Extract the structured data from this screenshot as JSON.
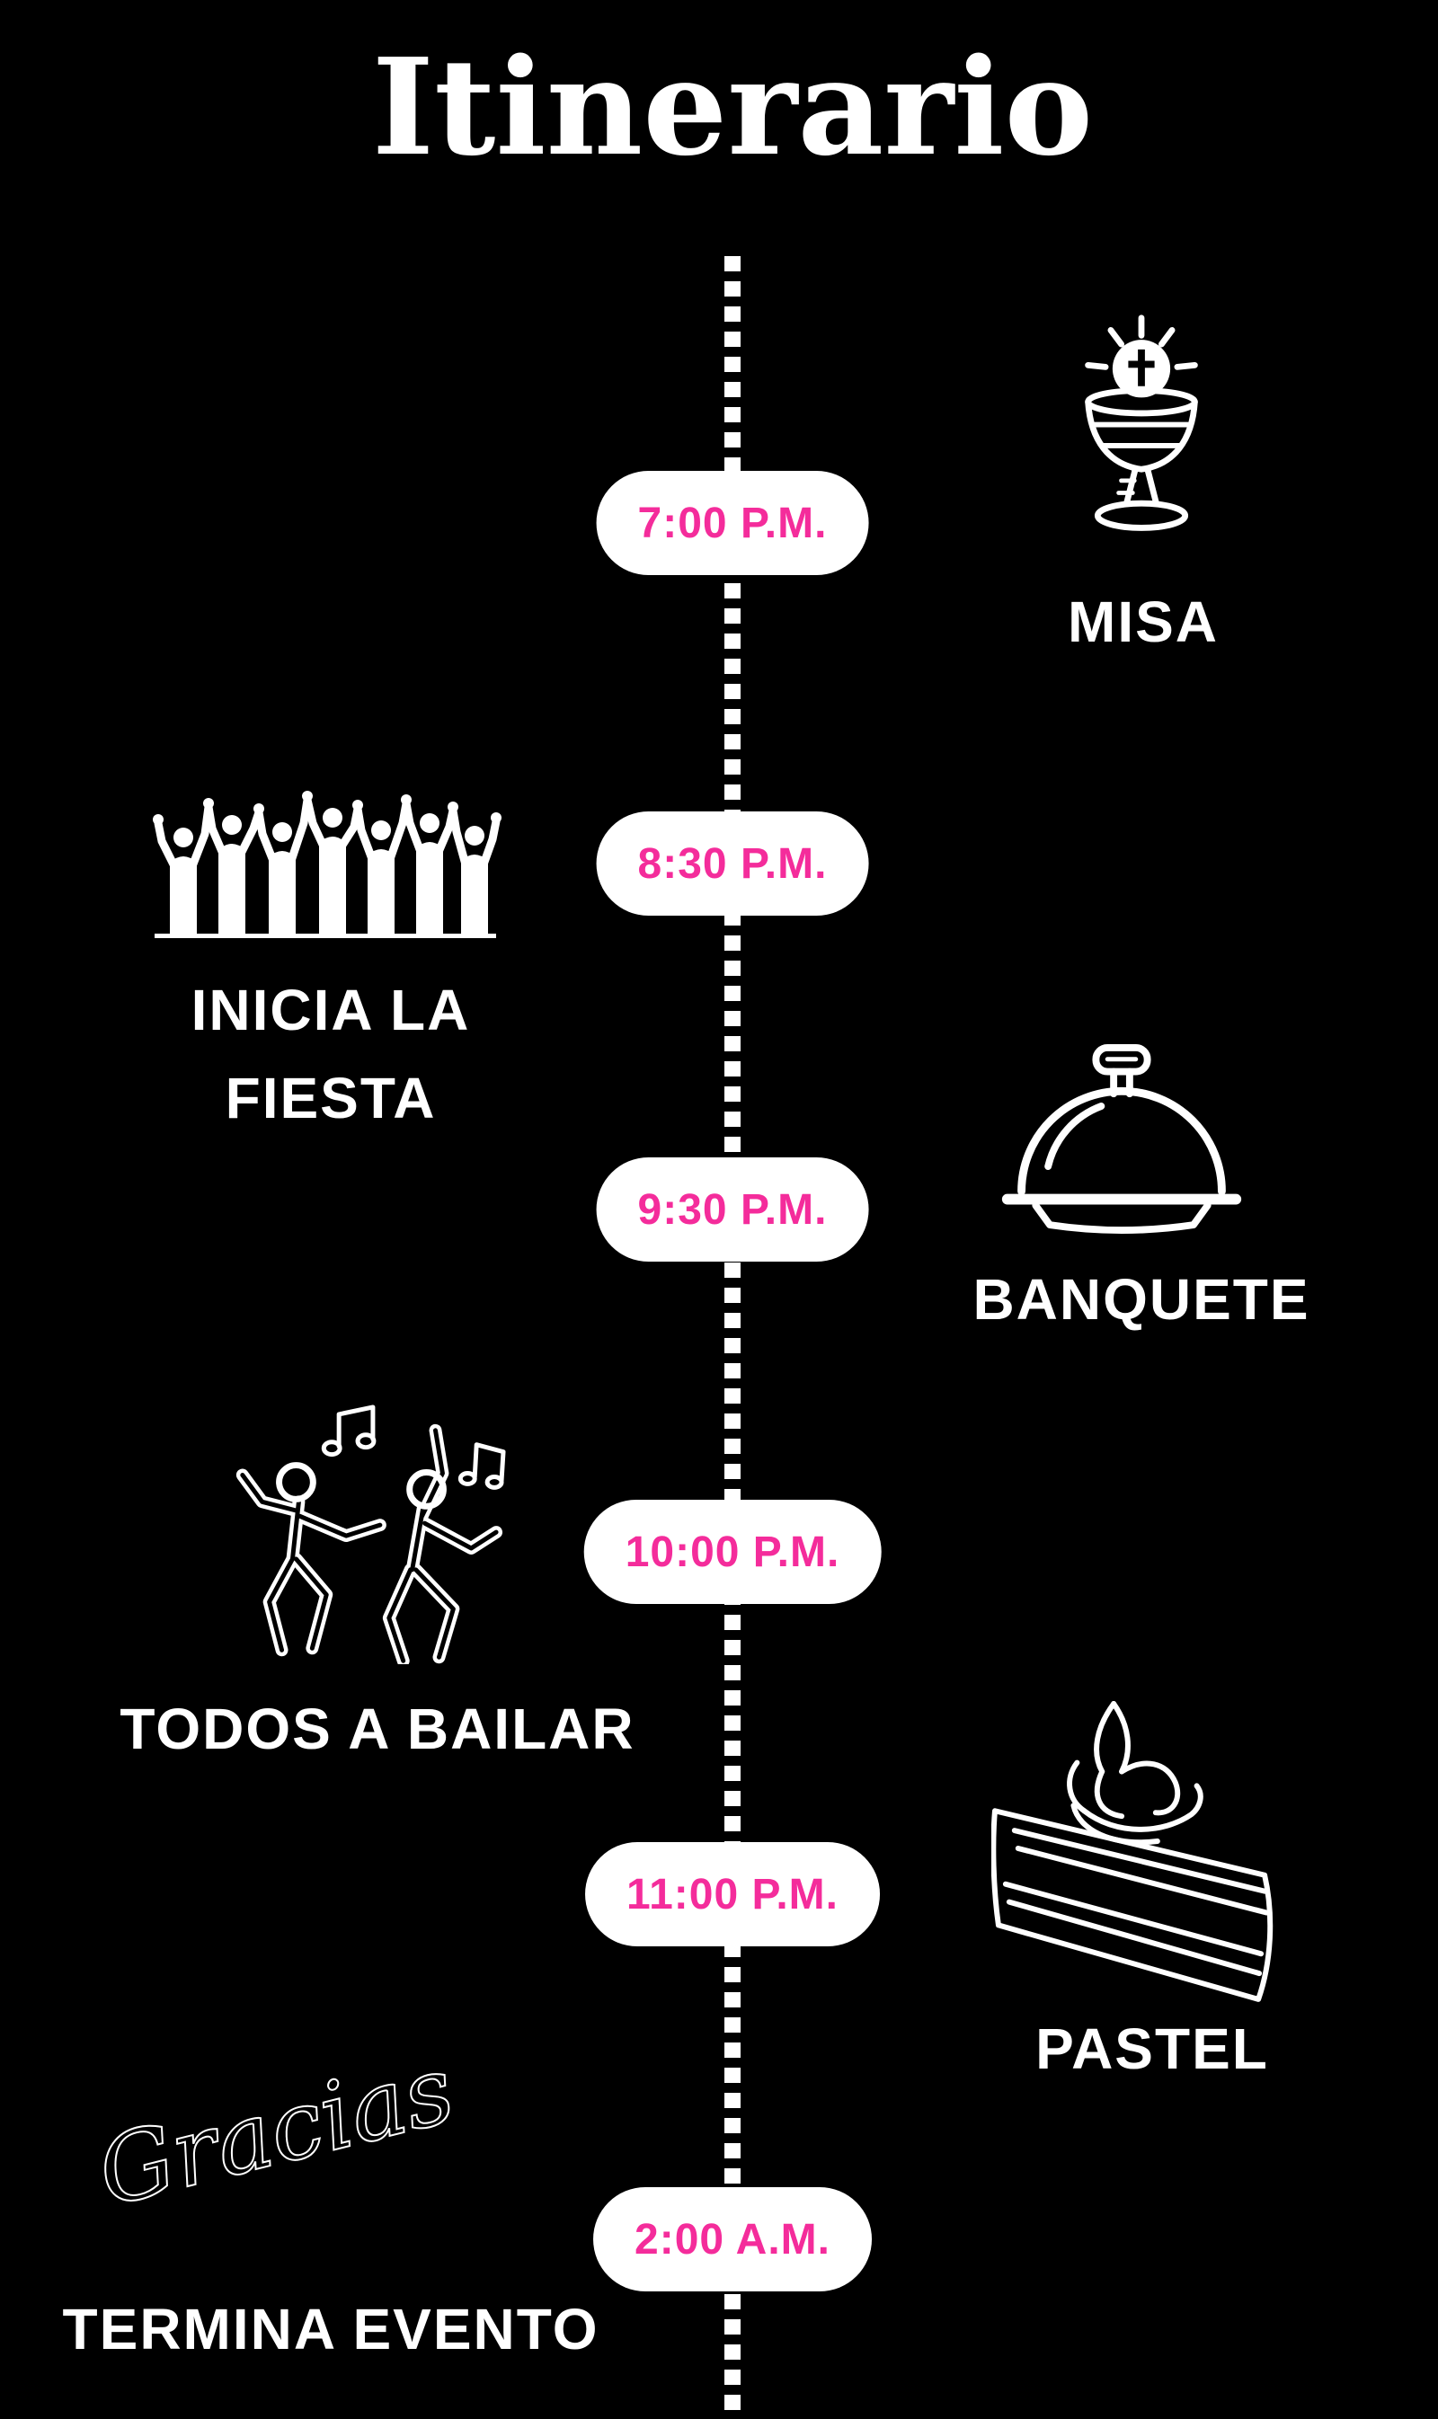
{
  "page": {
    "title": "Itinerario",
    "background_color": "#000000",
    "text_color": "#FFFFFF",
    "accent_pink": "#F42C9B"
  },
  "timeline": {
    "items": [
      {
        "time": "7:00 P.M.",
        "label": "MISA",
        "icon": "chalice-communion-icon",
        "side": "right"
      },
      {
        "time": "8:30 P.M.",
        "label_lines": [
          "INICIA LA",
          "FIESTA"
        ],
        "icon": "party-crowd-icon",
        "side": "left"
      },
      {
        "time": "9:30 P.M.",
        "label": "BANQUETE",
        "icon": "food-cloche-icon",
        "side": "right"
      },
      {
        "time": "10:00 P.M.",
        "label": "TODOS A BAILAR",
        "icon": "dancing-couple-icon",
        "side": "left"
      },
      {
        "time": "11:00 P.M.",
        "label": "PASTEL",
        "icon": "cake-slice-icon",
        "side": "right"
      },
      {
        "time": "2:00 A.M.",
        "label": "TERMINA EVENTO",
        "script_text": "Gracias",
        "icon": "gracias-script",
        "side": "left"
      }
    ]
  }
}
